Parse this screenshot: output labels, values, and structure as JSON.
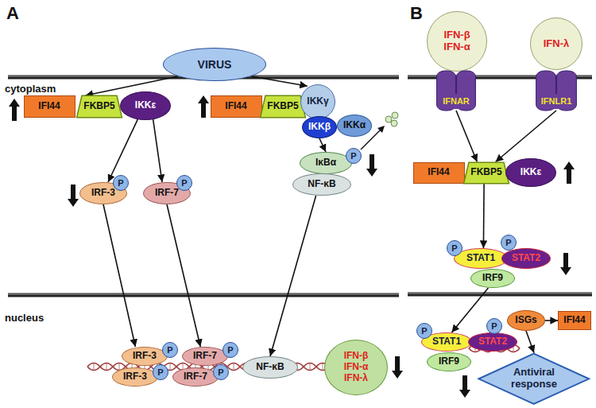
{
  "diagram": {
    "nodes": [
      {
        "text": [
          "VIRUS"
        ]
      },
      {
        "text": [
          "IFI44"
        ]
      },
      {
        "text": [
          "FKBP5"
        ]
      },
      {
        "text": [
          "IKKε"
        ]
      },
      {
        "text": [
          "IRF-3"
        ]
      },
      {
        "text": [
          "P"
        ]
      },
      {
        "text": [
          "IRF-7"
        ]
      },
      {
        "text": [
          "P"
        ]
      },
      {
        "text": [
          "IFI44"
        ]
      },
      {
        "text": [
          "FKBP5"
        ]
      },
      {
        "text": [
          "IKKγ"
        ]
      },
      {
        "text": [
          "IKKβ"
        ]
      },
      {
        "text": [
          "IKKα"
        ]
      },
      {
        "text": [
          "IκBα"
        ]
      },
      {
        "text": [
          "P"
        ]
      },
      {
        "text": [
          "NF-κB"
        ]
      },
      {
        "text": [
          "IRF-3"
        ]
      },
      {
        "text": [
          "P"
        ]
      },
      {
        "text": [
          "IRF-3"
        ]
      },
      {
        "text": [
          "P"
        ]
      },
      {
        "text": [
          "IRF-7"
        ]
      },
      {
        "text": [
          "P"
        ]
      },
      {
        "text": [
          "IRF-7"
        ]
      },
      {
        "text": [
          "P"
        ]
      },
      {
        "text": [
          "NF-κB"
        ]
      },
      {
        "text": [
          "IFN-β",
          "IFN-α",
          "IFN-λ"
        ]
      },
      {
        "text": [
          "IFN-β",
          "IFN-α"
        ]
      },
      {
        "text": [
          "IFN-λ"
        ]
      },
      {
        "text": [
          "IFNAR"
        ]
      },
      {
        "text": [
          "IFNLR1"
        ]
      },
      {
        "text": [
          "IFI44"
        ]
      },
      {
        "text": [
          "FKBP5"
        ]
      },
      {
        "text": [
          "IKKε"
        ]
      },
      {
        "text": [
          "STAT1"
        ]
      },
      {
        "text": [
          "P"
        ]
      },
      {
        "text": [
          "STAT2"
        ]
      },
      {
        "text": [
          "P"
        ]
      },
      {
        "text": [
          "IRF9"
        ]
      },
      {
        "text": [
          "STAT1"
        ]
      },
      {
        "text": [
          "P"
        ]
      },
      {
        "text": [
          "STAT2"
        ]
      },
      {
        "text": [
          "P"
        ]
      },
      {
        "text": [
          "IRF9"
        ]
      },
      {
        "text": [
          "ISGs"
        ]
      },
      {
        "text": [
          "IFI44"
        ]
      },
      {
        "text": [
          "Antiviral response"
        ]
      }
    ],
    "edges": [
      {
        "from": 0,
        "to": 2,
        "arrow": "to"
      },
      {
        "from": 0,
        "to": 10,
        "arrow": "to"
      },
      {
        "from": 3,
        "to": 4,
        "arrow": "to"
      },
      {
        "from": 3,
        "to": 6,
        "arrow": "to"
      },
      {
        "from": 4,
        "to": 16,
        "arrow": "to"
      },
      {
        "from": 6,
        "to": 20,
        "arrow": "to"
      },
      {
        "from": 15,
        "to": 24,
        "arrow": "to"
      },
      {
        "from": 11,
        "to": 13,
        "arrow": "to"
      },
      {
        "from": 28,
        "to": 31,
        "arrow": "to"
      },
      {
        "from": 29,
        "to": 31,
        "arrow": "to"
      },
      {
        "from": 31,
        "to": 33,
        "arrow": "to"
      },
      {
        "from": 37,
        "to": 38,
        "arrow": "to"
      },
      {
        "from": 43,
        "to": 44,
        "arrow": "to"
      },
      {
        "from": 43,
        "to": 45,
        "arrow": "to"
      }
    ],
    "labels": [
      "A",
      "cytoplasm",
      "nucleus",
      "B"
    ]
  }
}
